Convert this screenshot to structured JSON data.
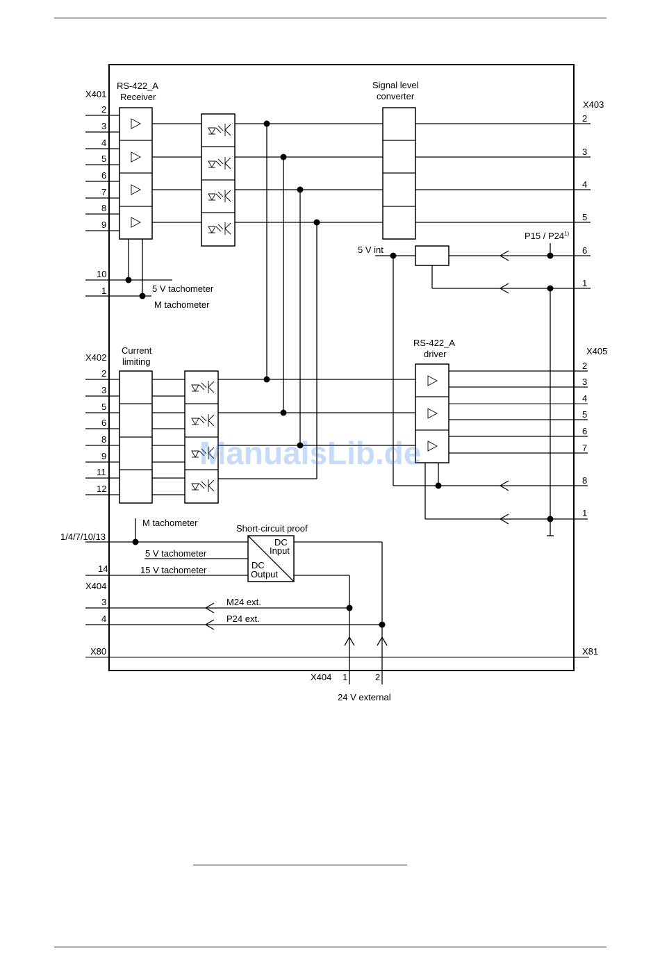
{
  "x401": {
    "label": "X401",
    "pins": [
      "2",
      "3",
      "4",
      "5",
      "6",
      "7",
      "8",
      "9",
      "10",
      "1"
    ],
    "receiver_title": "RS-422_A",
    "receiver_subtitle": "Receiver",
    "supply_5v": "5 V tachometer",
    "supply_m": "M tachometer"
  },
  "signal_converter": {
    "line1": "Signal level",
    "line2": "converter"
  },
  "x403": {
    "label": "X403",
    "pins": [
      "2",
      "3",
      "4",
      "5",
      "6",
      "1"
    ],
    "supply_label": "P15 / P24",
    "supply_footnote": "1)",
    "int_label": "5 V int"
  },
  "x402": {
    "label": "X402",
    "pins": [
      "2",
      "3",
      "5",
      "6",
      "8",
      "9",
      "11",
      "12"
    ],
    "limit_title": "Current",
    "limit_subtitle": "limiting"
  },
  "x405": {
    "label": "X405",
    "pins": [
      "2",
      "3",
      "4",
      "5",
      "6",
      "7",
      "8",
      "1"
    ],
    "driver_title": "RS-422_A",
    "driver_subtitle": "driver"
  },
  "x404": {
    "label": "X404",
    "pins_left": [
      "1/4/7/10/13",
      "14",
      "3",
      "4"
    ],
    "m_tacho": "M tachometer",
    "short_circuit": "Short-circuit proof",
    "dc_input_1": "DC",
    "dc_input_2": "Input",
    "dc_output_1": "DC",
    "dc_output_2": "Output",
    "tacho_5v": "5 V tachometer",
    "tacho_15v": "15 V tachometer",
    "m24": "M24 ext.",
    "p24": "P24 ext.",
    "bottom_label": "X404",
    "bottom_pins": [
      "1",
      "2"
    ],
    "external": "24 V external"
  },
  "bus": {
    "x80": "X80",
    "x81": "X81"
  },
  "watermark": "ManualsLib.de"
}
